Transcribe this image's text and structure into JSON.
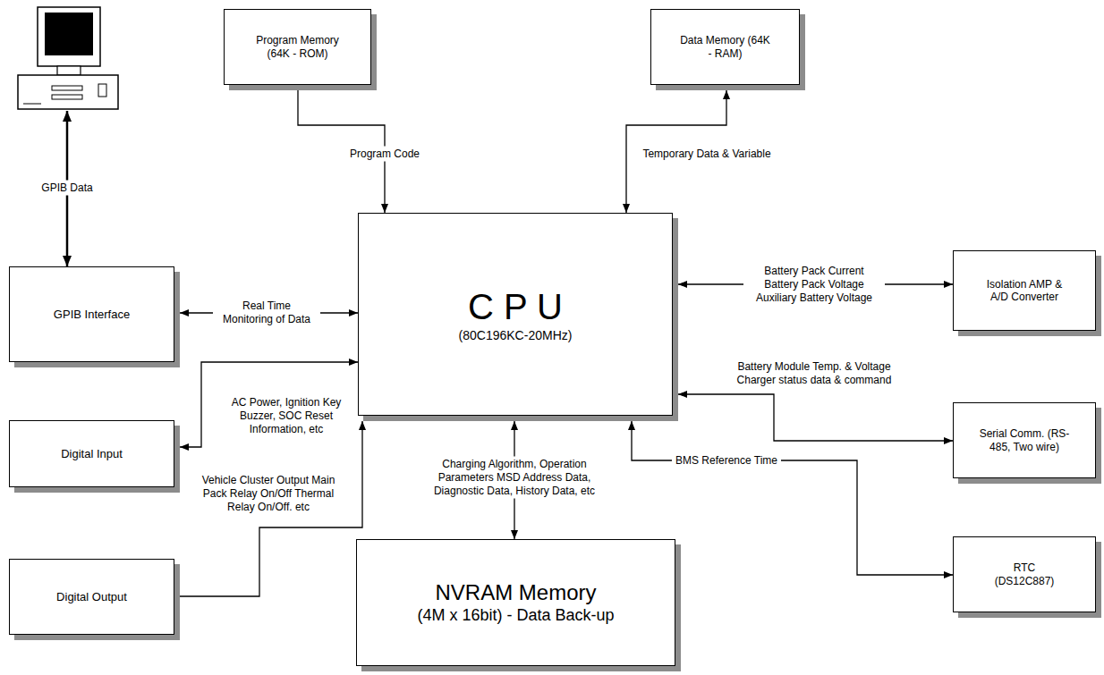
{
  "diagram": {
    "nodes": [
      {
        "text": [
          "Program Memory (64K - ROM)"
        ]
      },
      {
        "text": [
          "Data Memory (64K - RAM)"
        ]
      },
      {
        "text": [
          "GPIB Interface"
        ]
      },
      {
        "text": [
          "C P U",
          "(80C196KC-20MHz)"
        ]
      },
      {
        "text": [
          "Isolation AMP & A/D Converter"
        ]
      },
      {
        "text": [
          "Digital Input"
        ]
      },
      {
        "text": [
          "Serial Comm. (RS-485, Two wire)"
        ]
      },
      {
        "text": [
          "RTC (DS12C887)"
        ]
      },
      {
        "text": [
          "Digital Output"
        ]
      },
      {
        "text": [
          "NVRAM Memory",
          "(4M x 16bit) - Data Back-up"
        ]
      }
    ],
    "edges": [
      {
        "from": 0,
        "to": 3,
        "label": "Program Code",
        "arrow": "to"
      },
      {
        "from": 1,
        "to": 3,
        "label": "Temporary Data & Variable",
        "arrow": "both"
      },
      {
        "from": 2,
        "to": 3,
        "label": "Real Time Monitoring of Data",
        "arrow": "both"
      },
      {
        "from": 3,
        "to": 4,
        "label": "Battery Pack Current Battery Pack Voltage Auxiliary Battery Voltage",
        "arrow": "both"
      },
      {
        "from": 5,
        "to": 3,
        "label": "AC Power, Ignition Key Buzzer, SOC Reset Information, etc",
        "arrow": "both"
      },
      {
        "from": 8,
        "to": 3,
        "label": "Vehicle Cluster Output Main Pack Relay On/Off Thermal Relay On/Off. etc",
        "arrow": "to"
      },
      {
        "from": 3,
        "to": 6,
        "label": "Battery Module Temp. & Voltage Charger status data & command",
        "arrow": "both"
      },
      {
        "from": 3,
        "to": 9,
        "label": "Charging Algorithm, Operation Parameters MSD Address Data, Diagnostic Data, History Data, etc",
        "arrow": "both"
      },
      {
        "from": 7,
        "to": 3,
        "label": "BMS Reference Time",
        "arrow": "both"
      }
    ],
    "labels": [
      "GPIB Data"
    ]
  }
}
